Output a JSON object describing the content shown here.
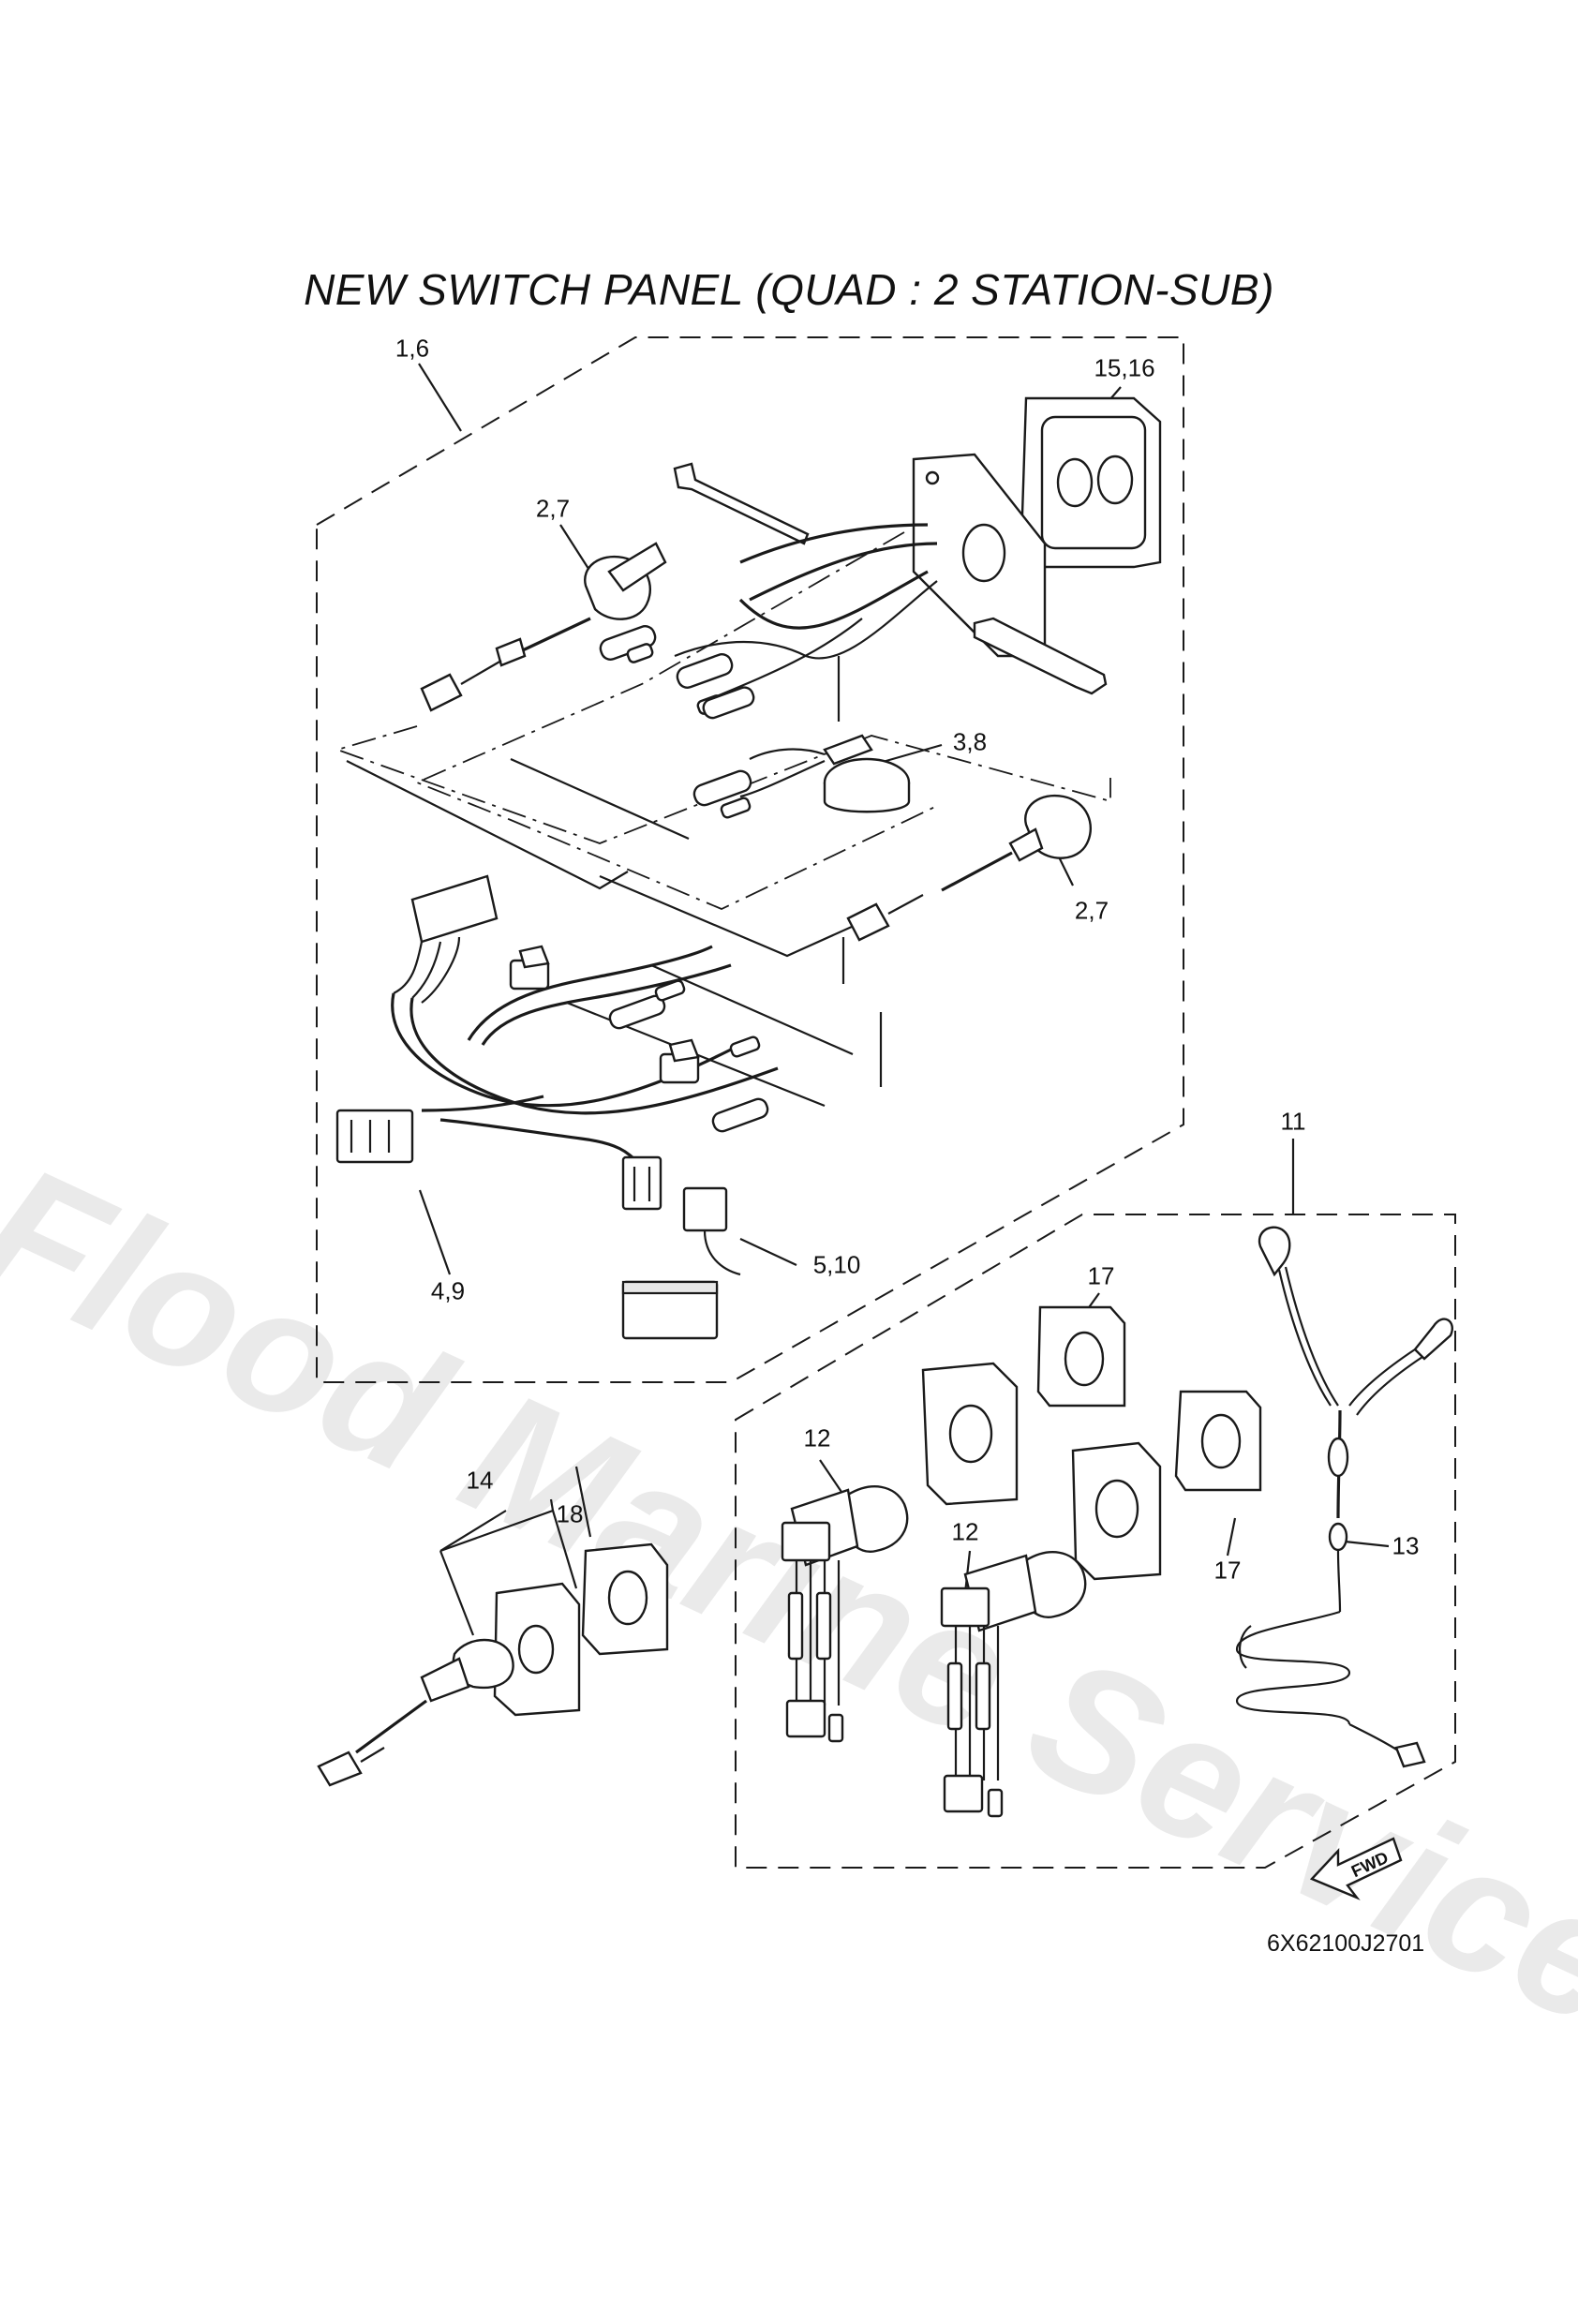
{
  "title": "NEW SWITCH PANEL (QUAD : 2 STATION-SUB)",
  "diagram_code": "6X62100J2701",
  "watermark": "Flood Marine Services",
  "fwd_label": "FWD",
  "callouts": {
    "c_1_6": "1,6",
    "c_15_16": "15,16",
    "c_2_7_a": "2,7",
    "c_3_8": "3,8",
    "c_2_7_b": "2,7",
    "c_4_9": "4,9",
    "c_5_10": "5,10",
    "c_11": "11",
    "c_17_a": "17",
    "c_12_a": "12",
    "c_12_b": "12",
    "c_17_b": "17",
    "c_13": "13",
    "c_14": "14",
    "c_18": "18"
  }
}
